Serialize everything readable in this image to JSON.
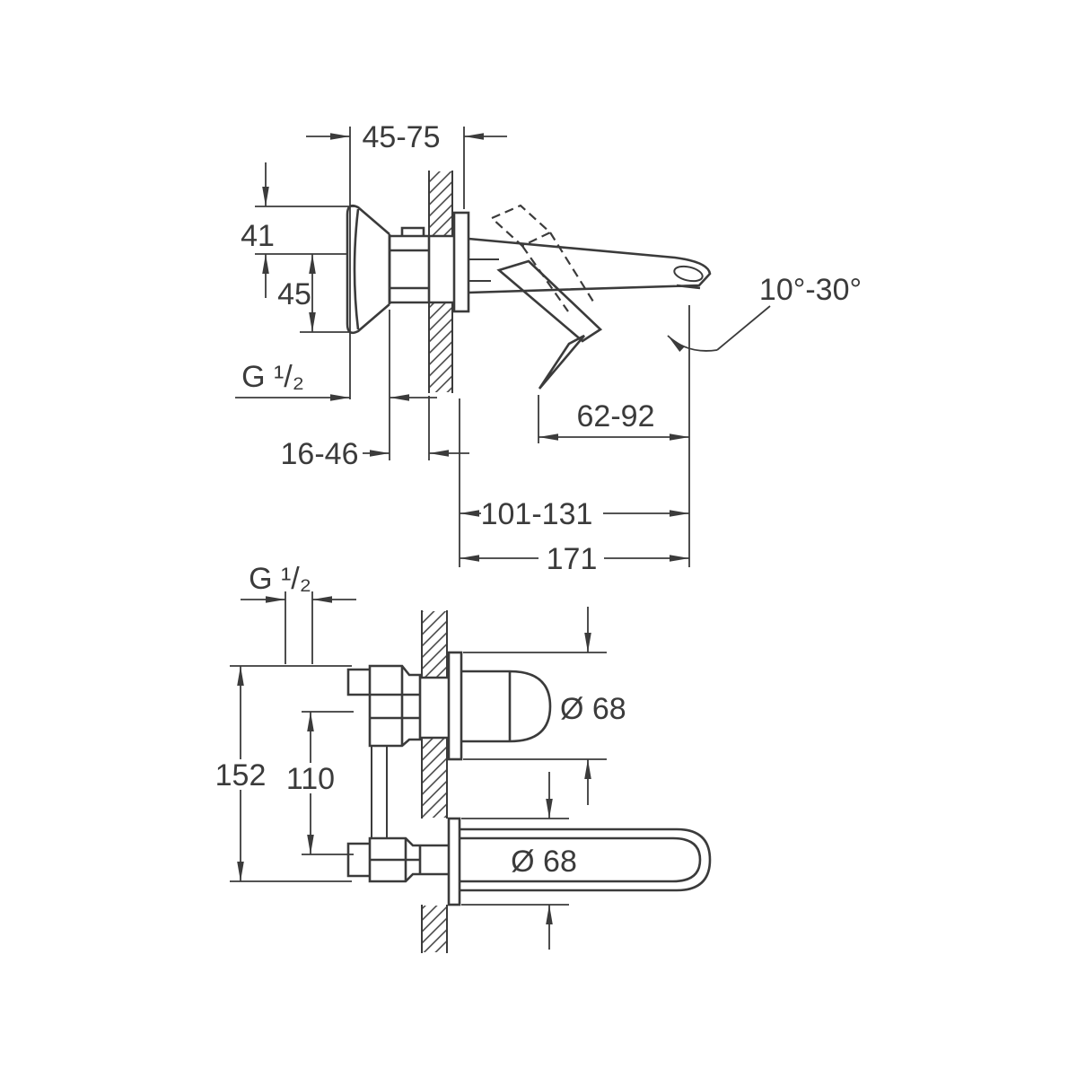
{
  "drawing": {
    "line_color": "#3b3b3b",
    "background": "#ffffff",
    "side_view_dimensions": {
      "rough_in_depth": "45-75",
      "height_upper": "41",
      "height_lower": "45",
      "thread": "G ¹/₂",
      "depth_adjust": "16-46",
      "lever_reach": "62-92",
      "spout_reach_range": "101-131",
      "spout_length": "171",
      "spout_angle": "10°-30°"
    },
    "plan_view_dimensions": {
      "thread": "G ¹/₂",
      "escutcheon_diameter": "Ø 68",
      "spout_diameter": "Ø 68",
      "overall_height": "152",
      "center_spacing": "110"
    }
  }
}
